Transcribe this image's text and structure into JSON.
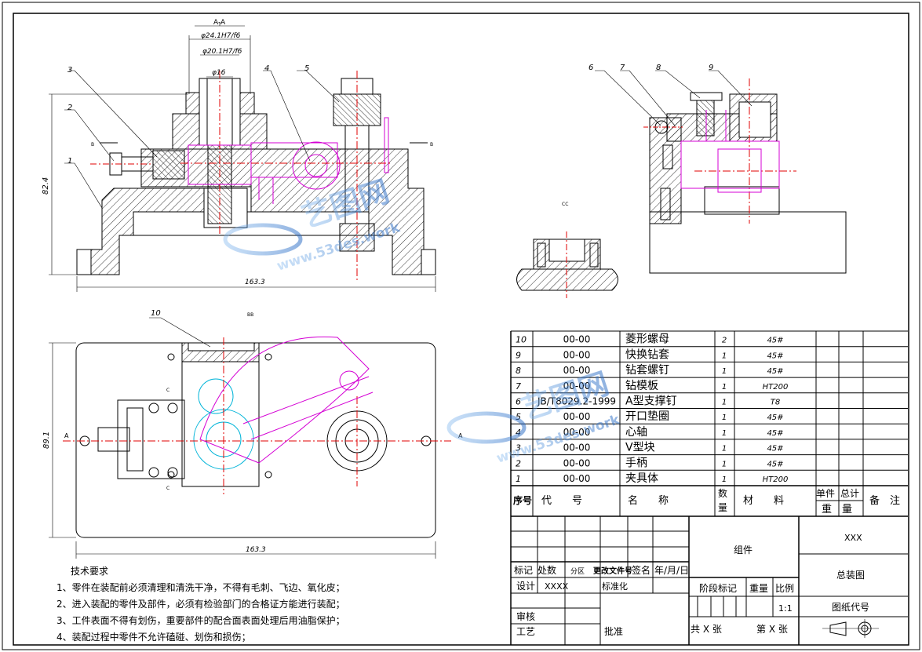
{
  "views": {
    "section_aa": "A-A",
    "section_bb": "BB",
    "section_cc": "CC",
    "dim_height": "82.4",
    "dim_width_top": "163.3",
    "dim_width_bottom": "163.3",
    "dim_height_plan": "89.1",
    "dim_fit1": "φ24.1H7/f6",
    "dim_fit2": "φ20.1H7/f6",
    "dim_phi": "φ16",
    "marker_a": "A",
    "marker_b": "B",
    "marker_c": "C",
    "balloons": [
      "1",
      "2",
      "3",
      "4",
      "5",
      "6",
      "7",
      "8",
      "9",
      "10"
    ]
  },
  "bom": {
    "rows": [
      {
        "no": "10",
        "code": "00-00",
        "name": "菱形螺母",
        "qty": "2",
        "material": "45#"
      },
      {
        "no": "9",
        "code": "00-00",
        "name": "快换钻套",
        "qty": "1",
        "material": "45#"
      },
      {
        "no": "8",
        "code": "00-00",
        "name": "钻套螺钉",
        "qty": "1",
        "material": "45#"
      },
      {
        "no": "7",
        "code": "00-00",
        "name": "钻模板",
        "qty": "1",
        "material": "HT200"
      },
      {
        "no": "6",
        "code": "JB/T8029.2-1999",
        "name": "A型支撑钉",
        "qty": "1",
        "material": "T8"
      },
      {
        "no": "5",
        "code": "00-00",
        "name": "开口垫圈",
        "qty": "1",
        "material": "45#"
      },
      {
        "no": "4",
        "code": "00-00",
        "name": "心轴",
        "qty": "1",
        "material": "45#"
      },
      {
        "no": "3",
        "code": "00-00",
        "name": "V型块",
        "qty": "1",
        "material": "45#"
      },
      {
        "no": "2",
        "code": "00-00",
        "name": "手柄",
        "qty": "1",
        "material": "45#"
      },
      {
        "no": "1",
        "code": "00-00",
        "name": "夹具体",
        "qty": "1",
        "material": "HT200"
      }
    ],
    "header": {
      "no": "序号",
      "code": "代　　号",
      "name": "名　　称",
      "qty": "数量",
      "material": "材　　料",
      "unit_weight": "单件",
      "total_weight": "总计",
      "weight": "重　量",
      "remarks": "备　注"
    }
  },
  "title_block": {
    "group": "组件",
    "company": "XXX",
    "drawing_name": "总装图",
    "drawing_code": "图纸代号",
    "mark": "标记",
    "count": "处数",
    "zone": "分区",
    "change_doc": "更改文件号",
    "signature": "签名",
    "date": "年/月/日",
    "design": "设计",
    "designer": "XXXX",
    "standardize": "标准化",
    "stage_mark": "阶段标记",
    "weight": "重量",
    "scale": "比例",
    "scale_value": "1:1",
    "review": "审核",
    "process": "工艺",
    "approve": "批准",
    "total_sheets": "共  X  张",
    "sheet_no": "第  X  张"
  },
  "notes": {
    "title": "技术要求",
    "items": [
      "1、零件在装配前必须清理和清洗干净，不得有毛刺、飞边、氧化皮；",
      "2、进入装配的零件及部件，必须有检验部门的合格证方能进行装配；",
      "3、工件表面不得有划伤，重要部件的配合面表面处理后用油脂保护；",
      "4、装配过程中零件不允许磕碰、划伤和损伤；"
    ]
  },
  "watermark": {
    "brand": "艺图网",
    "url": "www.53des.work"
  },
  "colors": {
    "line": "#000000",
    "magenta": "#d400d4",
    "red": "#e00000",
    "cyan": "#00b4d8",
    "watermark": "#4d8fd6"
  }
}
